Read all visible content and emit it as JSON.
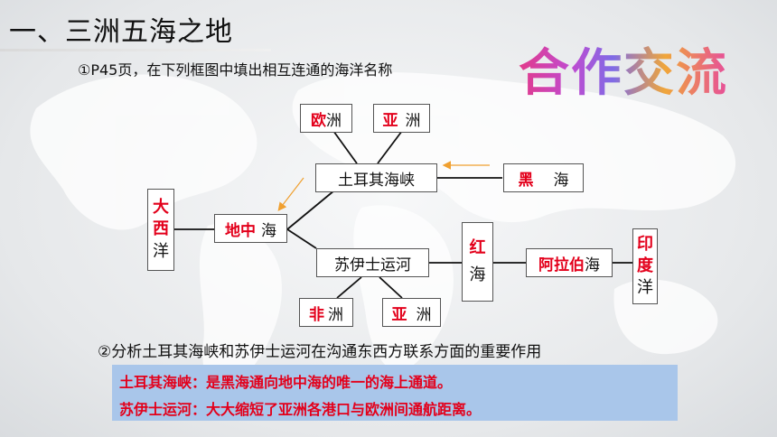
{
  "title": "一、三洲五海之地",
  "question1": "①P45页，在下列框图中填出相互连通的海洋名称",
  "watermark": "合作交流",
  "diagram": {
    "europe": {
      "fill": "欧",
      "suffix": "洲"
    },
    "asia_top": {
      "fill": "亚",
      "suffix": "洲"
    },
    "turkish_straits": "土耳其海峡",
    "black_sea": {
      "fill": "黑",
      "suffix": "海"
    },
    "atlantic": {
      "top": "大",
      "middle": "西",
      "bottom": "洋"
    },
    "mediterranean": {
      "fill": "地中",
      "suffix": "海"
    },
    "suez_canal": "苏伊士运河",
    "red_sea": {
      "fill": "红",
      "suffix": "海"
    },
    "arabian_sea": {
      "fill": "阿拉伯",
      "suffix": "海"
    },
    "indian_ocean": {
      "top": "印",
      "middle": "度",
      "bottom": "洋"
    },
    "africa": {
      "fill": "非",
      "suffix": "洲"
    },
    "asia_bottom": {
      "fill": "亚",
      "suffix": "洲"
    }
  },
  "question2": "②分析土耳其海峡和苏伊士运河在沟通东西方联系方面的重要作用",
  "answers": [
    "土耳其海峡：是黑海通向地中海的唯一的海上通道。",
    "苏伊士运河：大大缩短了亚洲各港口与欧洲间通航距离。"
  ],
  "colors": {
    "fill_text": "#e3001b",
    "answer_bg": "#a9c6ea",
    "arrow": "#f0a030"
  }
}
